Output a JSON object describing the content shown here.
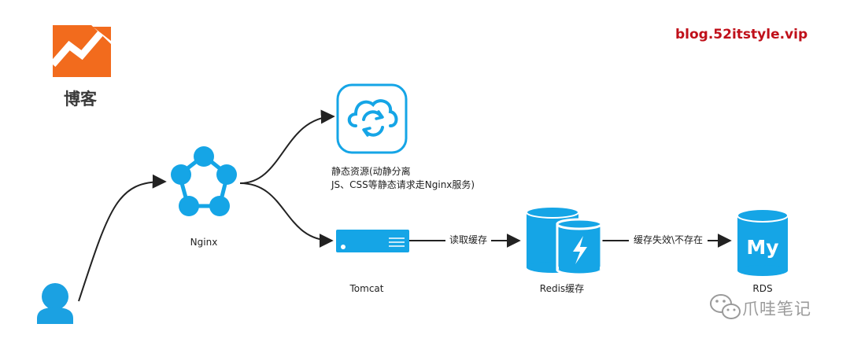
{
  "brand": {
    "watermark_url": "blog.52itstyle.vip",
    "logo_caption": "博客",
    "logo_icon": "trending-up-chart-icon",
    "accent_color": "#f26b1d"
  },
  "nodes": {
    "user": {
      "icon": "user-icon"
    },
    "nginx": {
      "label": "Nginx",
      "icon": "nginx-pentagon-icon"
    },
    "static_resources": {
      "icon": "cloud-sync-icon",
      "description_lines": [
        "静态资源(动静分离",
        "JS、CSS等静态请求走Nginx服务)"
      ]
    },
    "tomcat": {
      "label": "Tomcat",
      "icon": "server-icon"
    },
    "redis": {
      "label": "Redis缓存",
      "icon": "redis-cache-icon"
    },
    "rds": {
      "label": "RDS",
      "icon": "mysql-database-icon",
      "icon_text": "My"
    }
  },
  "edges": {
    "tomcat_to_redis": "读取缓存",
    "redis_to_rds": "缓存失效\\不存在"
  },
  "footer": {
    "wechat_account": "爪哇笔记",
    "icon": "wechat-icon"
  },
  "colors": {
    "primary_blue": "#1ba1e2",
    "node_blue": "#15a5e6",
    "arrow": "#222222",
    "watermark_red": "#c0101a"
  }
}
